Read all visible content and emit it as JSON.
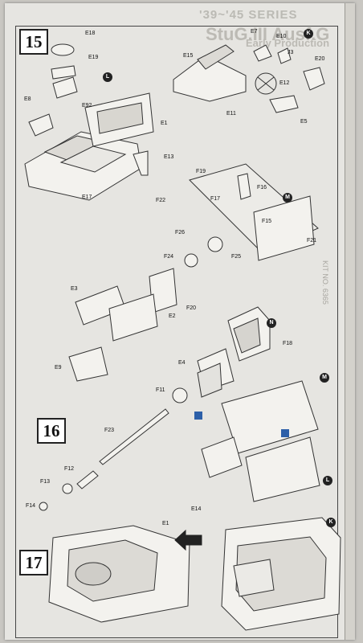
{
  "header": {
    "series": "'39~'45 SERIES",
    "title": "StuG.III Ausf.G",
    "subtitle": "Early Production",
    "kit_no": "KIT NO. 6365"
  },
  "steps": [
    {
      "number": "15"
    },
    {
      "number": "16"
    },
    {
      "number": "17"
    }
  ],
  "markers": [
    "K",
    "L",
    "M",
    "N",
    "M",
    "L",
    "K"
  ],
  "parts": [
    "E18",
    "E19",
    "E92",
    "E8",
    "E1",
    "E13",
    "E17",
    "E7",
    "E10",
    "J3",
    "E15",
    "E20",
    "E12",
    "E11",
    "E5",
    "F19",
    "F16",
    "F22",
    "F17",
    "F15",
    "F26",
    "F21",
    "F24",
    "F25",
    "E3",
    "E2",
    "F20",
    "E9",
    "F18",
    "E4",
    "F11",
    "F23",
    "F12",
    "F13",
    "F14",
    "E14",
    "E1"
  ],
  "colors": {
    "paper": "#e6e5e1",
    "ink": "#222222",
    "accent_blue": "#2c5fa8"
  }
}
